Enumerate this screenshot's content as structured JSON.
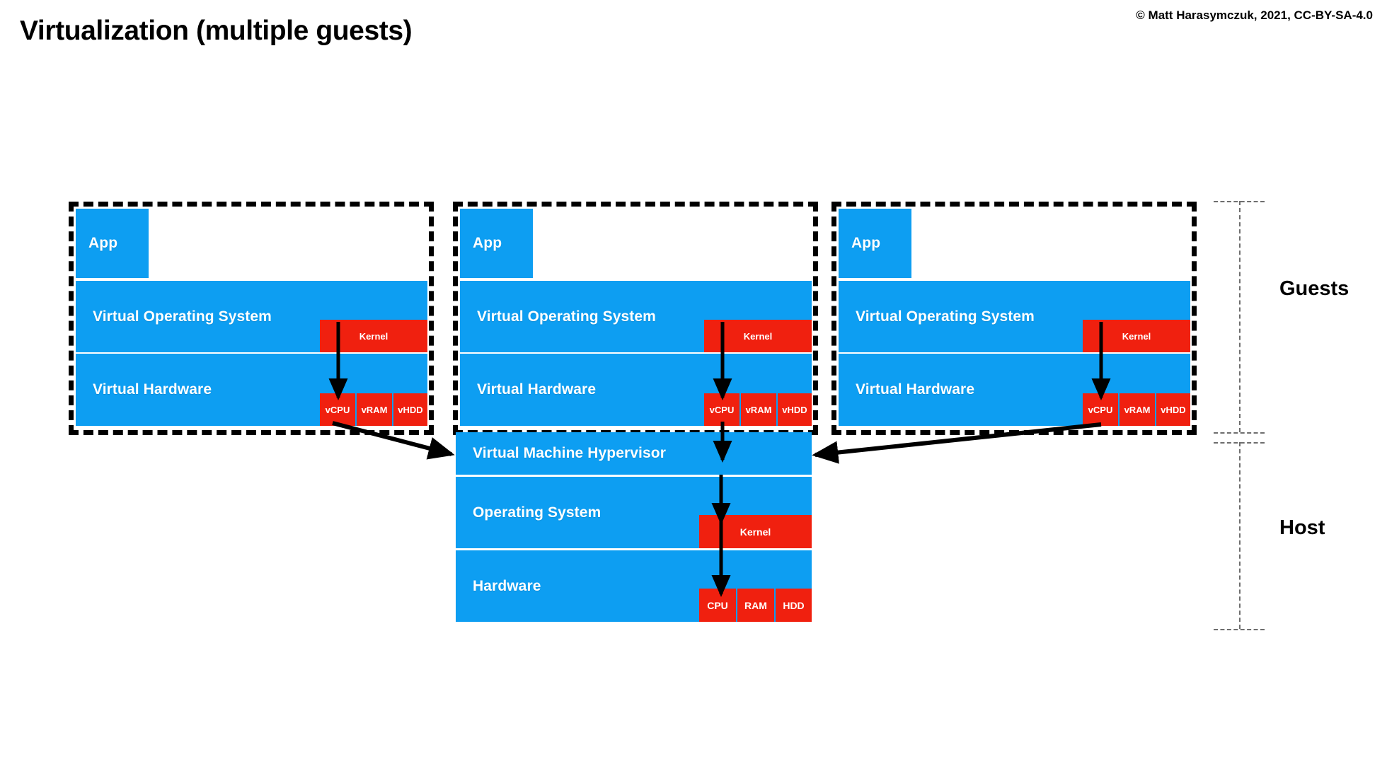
{
  "header": {
    "title": "Virtualization (multiple guests)",
    "copyright": "© Matt Harasymczuk, 2021, CC-BY-SA-4.0"
  },
  "colors": {
    "blue": "#0d9ef2",
    "red": "#f0200f",
    "dash_black": "#000000",
    "dash_gray": "#6e6e6e",
    "text_on_fill": "#ffffff",
    "background": "#ffffff"
  },
  "guests": [
    {
      "id": "guest-1",
      "app": "App",
      "os": "Virtual Operating System",
      "kernel": "Kernel",
      "hardware": "Virtual Hardware",
      "resources": [
        "vCPU",
        "vRAM",
        "vHDD"
      ]
    },
    {
      "id": "guest-2",
      "app": "App",
      "os": "Virtual Operating System",
      "kernel": "Kernel",
      "hardware": "Virtual Hardware",
      "resources": [
        "vCPU",
        "vRAM",
        "vHDD"
      ]
    },
    {
      "id": "guest-3",
      "app": "App",
      "os": "Virtual Operating System",
      "kernel": "Kernel",
      "hardware": "Virtual Hardware",
      "resources": [
        "vCPU",
        "vRAM",
        "vHDD"
      ]
    }
  ],
  "host": {
    "hypervisor": "Virtual Machine Hypervisor",
    "os": "Operating System",
    "kernel": "Kernel",
    "hardware": "Hardware",
    "resources": [
      "CPU",
      "RAM",
      "HDD"
    ]
  },
  "side_labels": {
    "guests": "Guests",
    "host": "Host"
  }
}
